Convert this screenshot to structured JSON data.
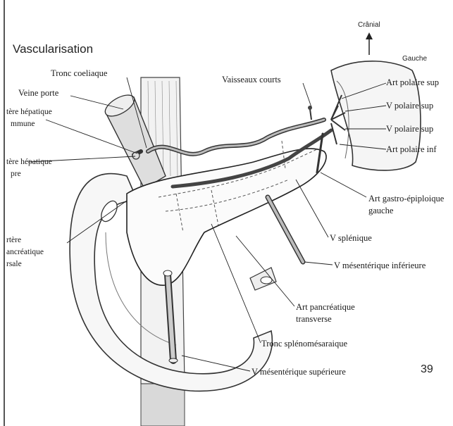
{
  "title": "Vascularisation",
  "orientation": {
    "up_label": "Crânial",
    "side_label": "Gauche"
  },
  "page_number": "39",
  "labels": {
    "tronc_coeliaque": "Tronc coeliaque",
    "veine_porte": "Veine porte",
    "art_hep_commune_l1": "tère hépatique",
    "art_hep_commune_l2": "mmune",
    "art_hep_propre_l1": "tère hépatique",
    "art_hep_propre_l2": "pre",
    "art_pancr_dorsale_l1": "rtère",
    "art_pancr_dorsale_l2": "ancréatique",
    "art_pancr_dorsale_l3": "rsale",
    "vaisseaux_courts": "Vaisseaux courts",
    "art_polaire_sup": "Art polaire sup",
    "v_polaire_sup_1": "V polaire sup",
    "v_polaire_sup_2": "V polaire sup",
    "art_polaire_inf": "Art polaire inf",
    "art_gastro_epiploique_l1": "Art gastro-épiploique",
    "art_gastro_epiploique_l2": "gauche",
    "v_splenique": "V splénique",
    "v_mesenterique_inf": "V mésentérique inférieure",
    "art_pancr_transverse_l1": "Art pancréatique",
    "art_pancr_transverse_l2": "transverse",
    "tronc_splenomesaraique": "Tronc splénomésaraique",
    "v_mesenterique_sup": "V mésentérique supérieure"
  }
}
